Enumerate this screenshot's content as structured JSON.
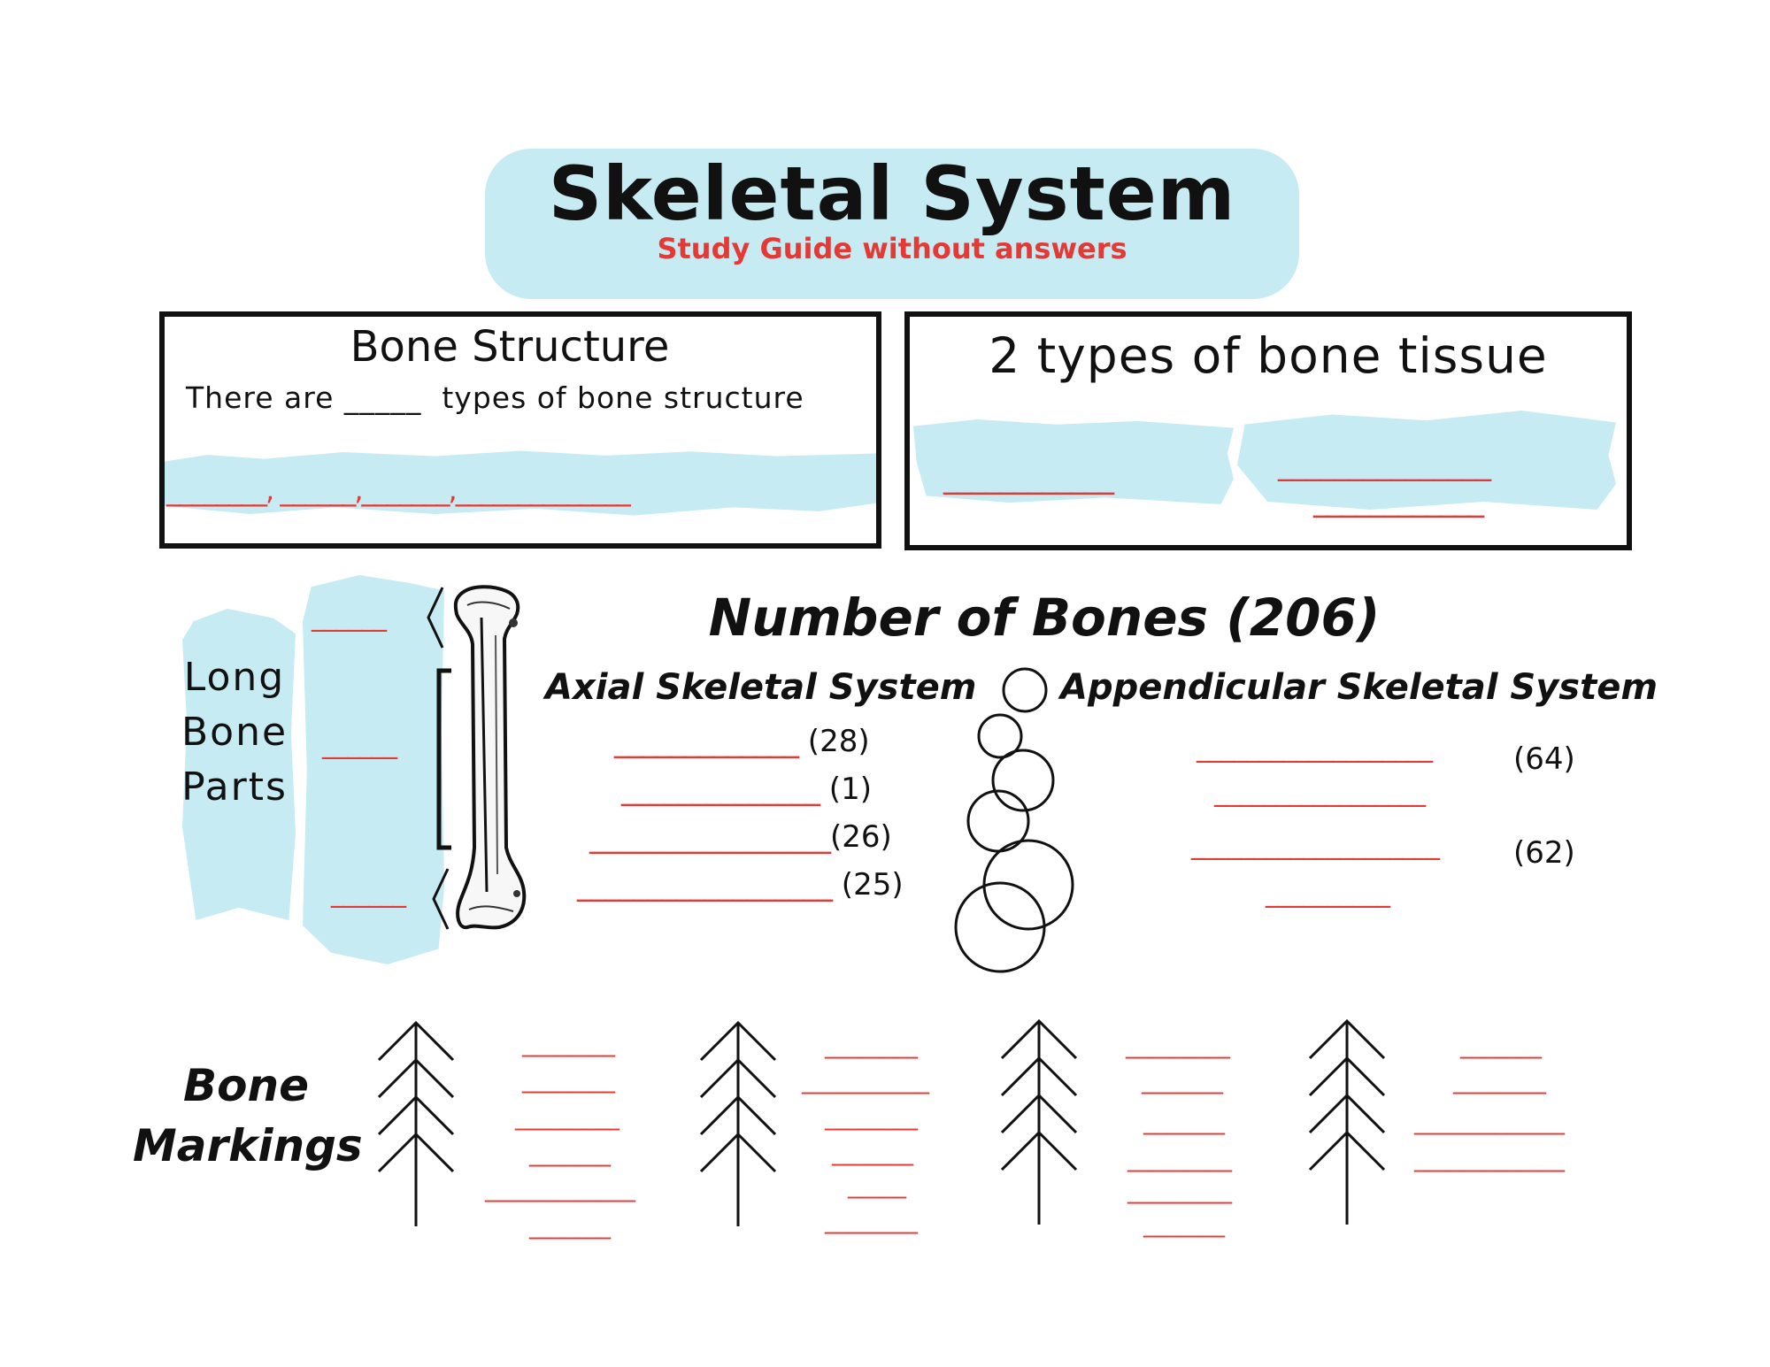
{
  "header": {
    "title": "Skeletal System",
    "subtitle": "Study Guide without answers"
  },
  "bone_structure": {
    "heading": "Bone Structure",
    "sentence": "There are _____  types of bone structure",
    "blanks": "________, ______,_______,______________"
  },
  "bone_tissue": {
    "heading": "2 types of bone tissue",
    "blank_a": "____________",
    "blank_b": "_______________",
    "blank_c": "____________"
  },
  "long_bone": {
    "label_words": [
      "Long",
      "Bone",
      "Parts"
    ],
    "blanks": [
      "______",
      "______",
      "______"
    ]
  },
  "number_of_bones": {
    "heading": "Number of Bones (206)",
    "axial": {
      "heading": "Axial Skeletal System",
      "lines": [
        {
          "blank": "_____________",
          "count": " (28)"
        },
        {
          "blank": "______________",
          "count": " (1)"
        },
        {
          "blank": "_________________",
          "count": "(26)"
        },
        {
          "blank": "__________________",
          "count": " (25)"
        }
      ]
    },
    "appendicular": {
      "heading": "Appendicular Skeletal System",
      "blanks": [
        "___________________",
        "_________________",
        "____________________",
        "__________"
      ],
      "counts": [
        "(64)",
        "(62)"
      ]
    }
  },
  "bone_markings": {
    "label_line_1": "Bone",
    "label_line_2": "Markings",
    "columns": [
      [
        "________",
        "________",
        "_________",
        "_______",
        "_____________",
        "_______"
      ],
      [
        "________",
        "___________",
        "________",
        "_______",
        "_____",
        "________"
      ],
      [
        "_________",
        "_______",
        "_______",
        "_________",
        "_________",
        "_______"
      ],
      [
        "_______",
        "________",
        "_____________",
        "_____________"
      ]
    ]
  },
  "colors": {
    "accent_blue": "#c6ebf2",
    "blank_red": "#e53935",
    "text": "#111111"
  }
}
